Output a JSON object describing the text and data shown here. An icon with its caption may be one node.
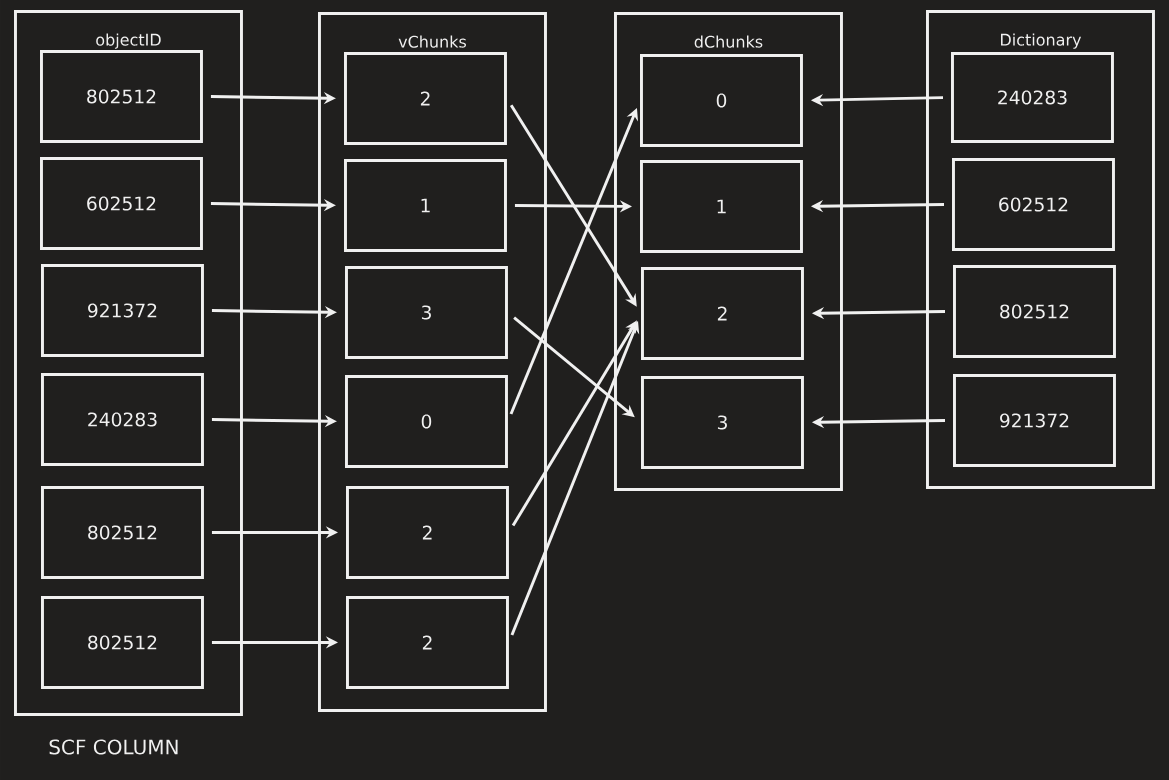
{
  "diagram": {
    "nodes": [
      {
        "text": [
          "objectID"
        ]
      },
      {
        "text": [
          "802512"
        ],
        "in": 0
      },
      {
        "text": [
          "602512"
        ],
        "in": 0
      },
      {
        "text": [
          "921372"
        ],
        "in": 0
      },
      {
        "text": [
          "240283"
        ],
        "in": 0
      },
      {
        "text": [
          "802512"
        ],
        "in": 0
      },
      {
        "text": [
          "802512"
        ],
        "in": 0
      },
      {
        "text": [
          "vChunks"
        ]
      },
      {
        "text": [
          "2"
        ],
        "in": 7
      },
      {
        "text": [
          "1"
        ],
        "in": 7
      },
      {
        "text": [
          "3"
        ],
        "in": 7
      },
      {
        "text": [
          "0"
        ],
        "in": 7
      },
      {
        "text": [
          "2"
        ],
        "in": 7
      },
      {
        "text": [
          "2"
        ],
        "in": 7
      },
      {
        "text": [
          "dChunks"
        ]
      },
      {
        "text": [
          "0"
        ],
        "in": 14
      },
      {
        "text": [
          "1"
        ],
        "in": 14
      },
      {
        "text": [
          "2"
        ],
        "in": 14
      },
      {
        "text": [
          "3"
        ],
        "in": 14
      },
      {
        "text": [
          "Dictionary"
        ]
      },
      {
        "text": [
          "240283"
        ],
        "in": 19
      },
      {
        "text": [
          "602512"
        ],
        "in": 19
      },
      {
        "text": [
          "802512"
        ],
        "in": 19
      },
      {
        "text": [
          "921372"
        ],
        "in": 19
      }
    ],
    "edges": [
      {
        "from": 1,
        "to": 8,
        "arrow": "to"
      },
      {
        "from": 2,
        "to": 9,
        "arrow": "to"
      },
      {
        "from": 3,
        "to": 10,
        "arrow": "to"
      },
      {
        "from": 4,
        "to": 11,
        "arrow": "to"
      },
      {
        "from": 5,
        "to": 12,
        "arrow": "to"
      },
      {
        "from": 6,
        "to": 13,
        "arrow": "to"
      },
      {
        "from": 8,
        "to": 17,
        "arrow": "to"
      },
      {
        "from": 9,
        "to": 16,
        "arrow": "to"
      },
      {
        "from": 10,
        "to": 18,
        "arrow": "to"
      },
      {
        "from": 11,
        "to": 15,
        "arrow": "to"
      },
      {
        "from": 12,
        "to": 17,
        "arrow": "to"
      },
      {
        "from": 13,
        "to": 17,
        "arrow": "to"
      },
      {
        "from": 20,
        "to": 15,
        "arrow": "to"
      },
      {
        "from": 21,
        "to": 16,
        "arrow": "to"
      },
      {
        "from": 22,
        "to": 17,
        "arrow": "to"
      },
      {
        "from": 23,
        "to": 18,
        "arrow": "to"
      }
    ],
    "labels": [
      "SCF COLUMN"
    ]
  }
}
